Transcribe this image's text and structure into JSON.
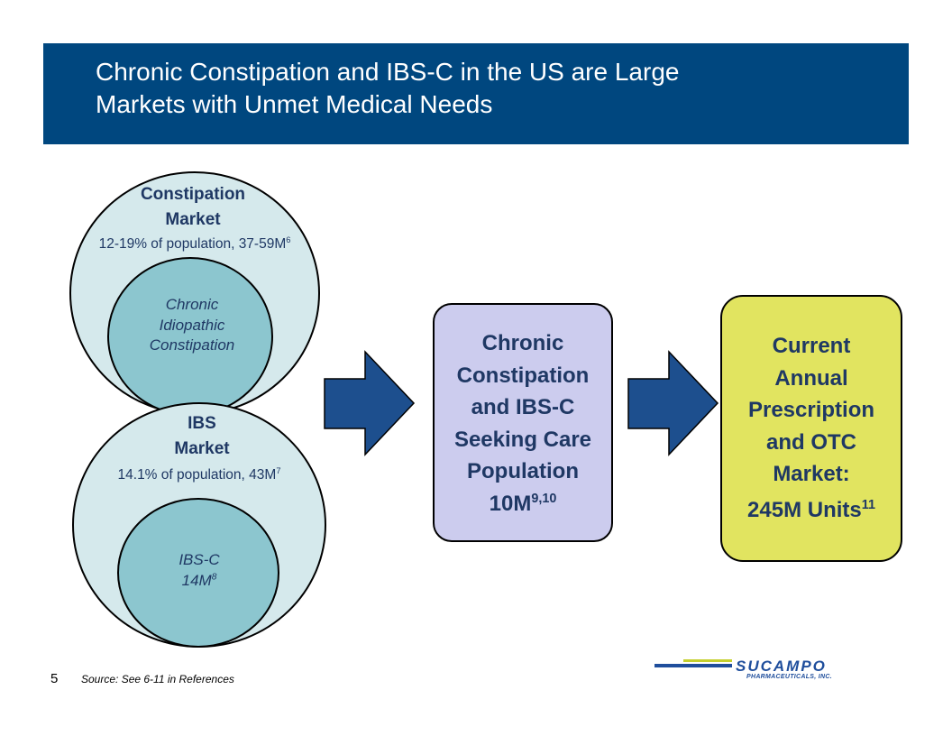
{
  "title": {
    "line1": "Chronic Constipation and IBS-C in the US are Large",
    "line2": "Markets with Unmet Medical Needs"
  },
  "constipation_market": {
    "name_line1": "Constipation",
    "name_line2": "Market",
    "stat": "12-19% of population, 37-59M",
    "stat_ref": "6",
    "subset": {
      "line1": "Chronic",
      "line2": "Idiopathic",
      "line3": "Constipation"
    }
  },
  "ibs_market": {
    "name_line1": "IBS",
    "name_line2": "Market",
    "stat": "14.1% of population, 43M",
    "stat_ref": "7",
    "subset": {
      "line1": "IBS-C",
      "line2": "14M",
      "ref": "8"
    }
  },
  "seeking_care_box": {
    "line1": "Chronic",
    "line2": "Constipation",
    "line3": "and IBS-C",
    "line4": "Seeking Care",
    "line5": "Population",
    "value": "10M",
    "ref": "9,10"
  },
  "market_box": {
    "line1": "Current",
    "line2": "Annual",
    "line3": "Prescription",
    "line4": "and OTC",
    "line5": "Market:",
    "value": "245M Units",
    "ref": "11"
  },
  "footer": {
    "page_number": "5",
    "source": "Source: See 6-11 in References"
  },
  "logo": {
    "name": "SUCAMPO",
    "tagline": "PHARMACEUTICALS, INC."
  },
  "colors": {
    "banner": "#00477f",
    "outer_circle": "#d5e9ec",
    "inner_circle": "#8cc6cf",
    "arrow": "#1d4f8e",
    "seeking_care_box": "#ccccee",
    "market_box": "#e1e460",
    "text": "#1f3864"
  }
}
